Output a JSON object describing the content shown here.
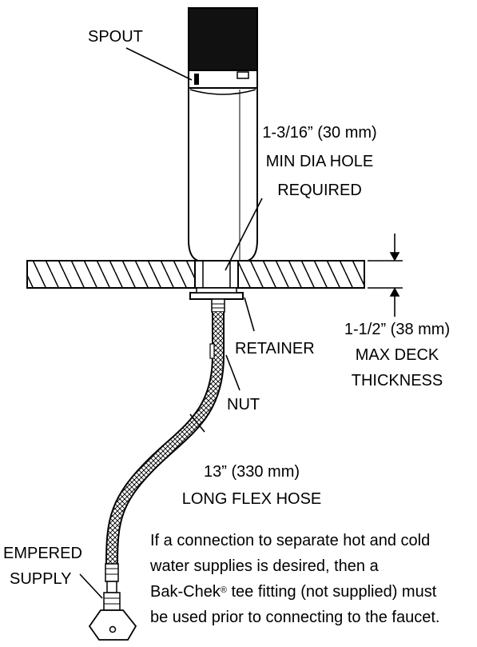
{
  "labels": {
    "spout": "SPOUT",
    "hole_line1": "1-3/16” (30 mm)",
    "hole_line2": "MIN DIA HOLE",
    "hole_line3": "REQUIRED",
    "deck_line1": "1-1/2” (38 mm)",
    "deck_line2": "MAX DECK",
    "deck_line3": "THICKNESS",
    "retainer": "RETAINER",
    "nut": "NUT",
    "hose_line1": "13” (330 mm)",
    "hose_line2": "LONG FLEX HOSE",
    "supply_line1": "EMPERED",
    "supply_line2": "SUPPLY"
  },
  "note": {
    "line1": "If a connection to separate hot and cold",
    "line2": "water supplies is desired, then a",
    "line3_before": "Bak-Chek",
    "line3_reg": "®",
    "line3_after": " tee fitting (not supplied) must",
    "line4": "be used prior to connecting to the faucet."
  }
}
